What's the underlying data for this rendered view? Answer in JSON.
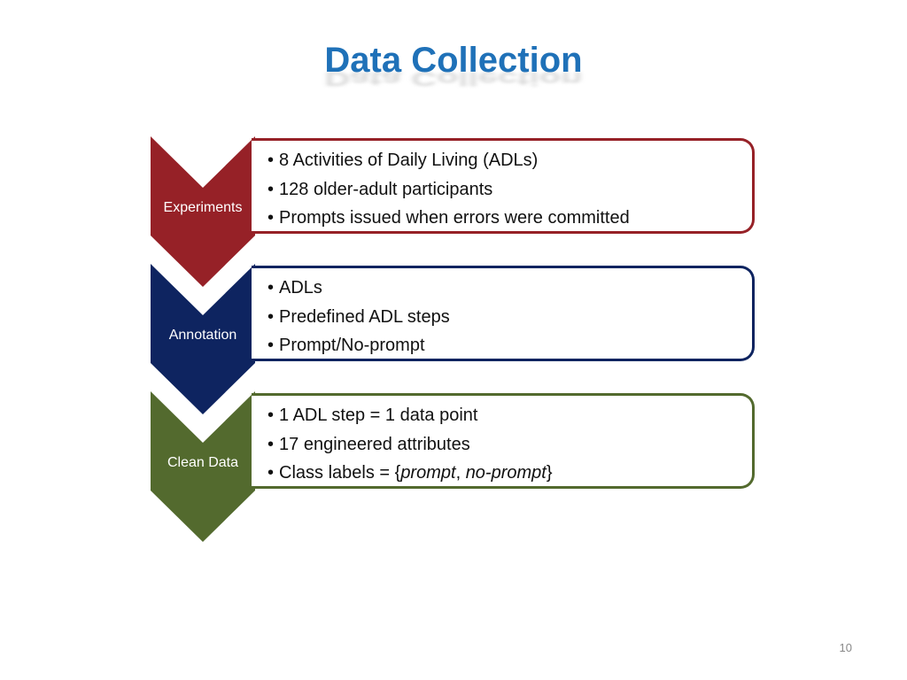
{
  "slide": {
    "title": "Data Collection",
    "page_number": "10"
  },
  "steps": [
    {
      "label": "Experiments",
      "color": "#962127",
      "bullets": [
        "8 Activities of Daily Living (ADLs)",
        "128 older-adult participants",
        "Prompts issued when errors were committed"
      ]
    },
    {
      "label": "Annotation",
      "color": "#0e2460",
      "bullets": [
        "ADLs",
        "Predefined ADL steps",
        "Prompt/No-prompt"
      ]
    },
    {
      "label": "Clean Data",
      "color": "#536a2e",
      "bullets": [
        "1 ADL step = 1 data point",
        "17 engineered attributes"
      ],
      "class_labels": {
        "prefix": "Class labels = {",
        "item1": "prompt",
        "separator": ", ",
        "item2": "no-prompt",
        "suffix": "}"
      }
    }
  ]
}
